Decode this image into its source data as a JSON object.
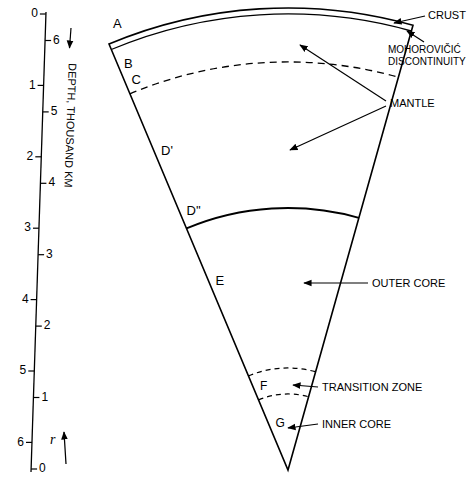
{
  "diagram": {
    "labels": [
      "A",
      "B",
      "C",
      "D'",
      "D''",
      "E",
      "F",
      "G",
      "CRUST",
      "MOHOROVIČIĆ DISCONTINUITY",
      "MANTLE",
      "OUTER CORE",
      "TRANSITION ZONE",
      "INNER CORE",
      "DEPTH, THOUSAND KM",
      "0",
      "1",
      "2",
      "3",
      "4",
      "5",
      "6",
      "6",
      "5",
      "4",
      "3",
      "2",
      "1",
      "0",
      "r"
    ]
  }
}
